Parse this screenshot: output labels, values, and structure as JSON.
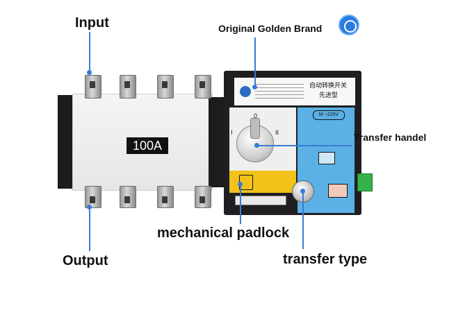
{
  "callouts": {
    "input": "Input",
    "output": "Output",
    "brand": "Original Golden Brand",
    "handle": "Transfer handel",
    "padlock": "mechanical padlock",
    "transfer_type": "transfer type"
  },
  "device": {
    "rating": "100A",
    "panel_title_line1": "自动转换开关",
    "panel_title_line2": "先进型",
    "voltage": "M ~220V",
    "handle_pos_zero": "0",
    "handle_pos_one": "I",
    "handle_pos_two": "II"
  },
  "colors": {
    "callout_line": "#3a7bd5",
    "panel_blue": "#5bb1e6",
    "padlock_yellow": "#f2c21a",
    "body_black": "#1c1c1e"
  }
}
